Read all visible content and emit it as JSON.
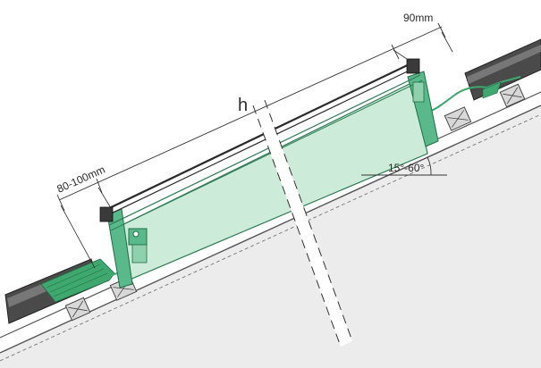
{
  "diagram": {
    "dimensions": {
      "top_offset": "90mm",
      "bottom_offset": "80-100mm",
      "height_symbol": "h",
      "pitch_range": "15°-60°"
    },
    "colors": {
      "roof_fill": "#ececec",
      "roof_edge": "#555555",
      "glass_green": "#cdebd9",
      "frame_green": "#5ab98a",
      "flashing_green": "#3fa86f",
      "tile_dark": "#4a4a4a",
      "line": "#333333"
    }
  }
}
